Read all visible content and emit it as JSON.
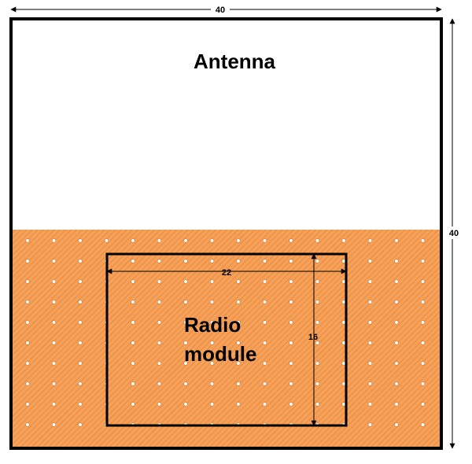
{
  "labels": {
    "antenna": "Antenna",
    "module_line1": "Radio",
    "module_line2": "module"
  },
  "dimensions": {
    "board_width": "40",
    "board_height": "40",
    "module_width": "22",
    "module_height": "16"
  },
  "colors": {
    "ground_plane": "#f5a15a",
    "ground_hatch": "#e98a3e",
    "via": "#ffffff",
    "outline": "#000000",
    "antenna_area": "#ffffff"
  }
}
